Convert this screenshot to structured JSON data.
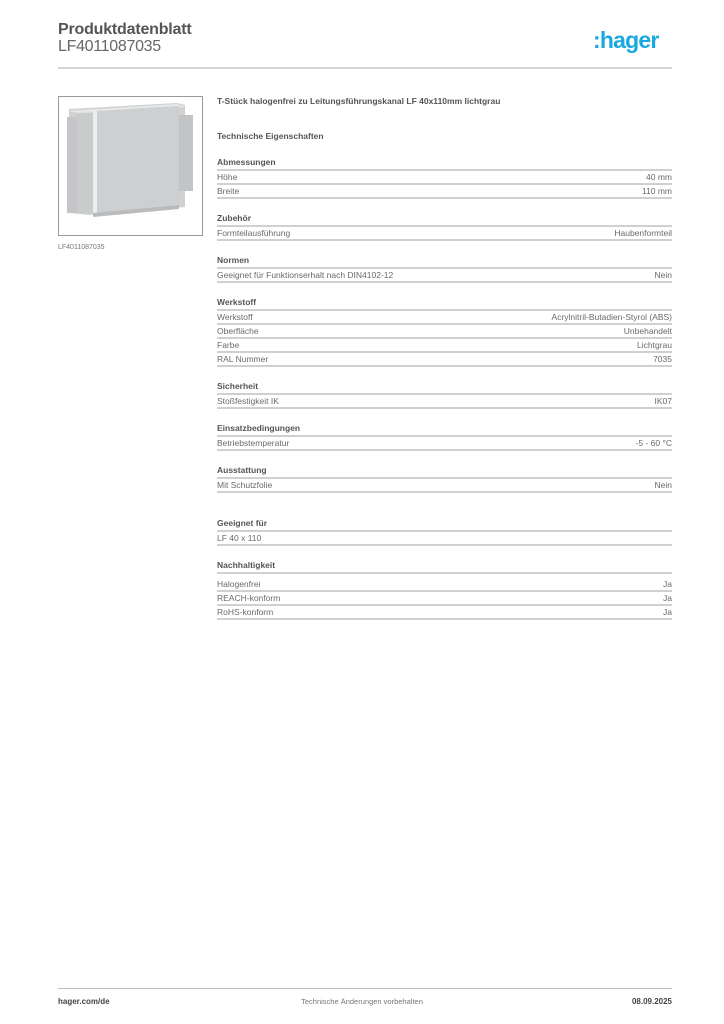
{
  "header": {
    "title": "Produktdatenblatt",
    "article_number": "LF4011087035",
    "logo": ":hager",
    "brand_color": "#19a8e0"
  },
  "product_image": {
    "caption": "LF4011087035"
  },
  "product": {
    "title": "T-Stück halogenfrei zu Leitungsführungskanal LF 40x110mm lichtgrau",
    "tech_heading": "Technische Eigenschaften"
  },
  "sections": [
    {
      "title": "Abmessungen",
      "rows": [
        {
          "label": "Höhe",
          "value": "40 mm"
        },
        {
          "label": "Breite",
          "value": "110 mm"
        }
      ]
    },
    {
      "title": "Zubehör",
      "rows": [
        {
          "label": "Formteilausführung",
          "value": "Haubenformteil"
        }
      ]
    },
    {
      "title": "Normen",
      "rows": [
        {
          "label": "Geeignet für Funktionserhalt nach DIN4102-12",
          "value": "Nein"
        }
      ]
    },
    {
      "title": "Werkstoff",
      "rows": [
        {
          "label": "Werkstoff",
          "value": "Acrylnitril-Butadien-Styrol (ABS)"
        },
        {
          "label": "Oberfläche",
          "value": "Unbehandelt"
        },
        {
          "label": "Farbe",
          "value": "Lichtgrau"
        },
        {
          "label": "RAL Nummer",
          "value": "7035"
        }
      ]
    },
    {
      "title": "Sicherheit",
      "rows": [
        {
          "label": "Stoßfestigkeit IK",
          "value": "IK07"
        }
      ]
    },
    {
      "title": "Einsatzbedingungen",
      "rows": [
        {
          "label": "Betriebstemperatur",
          "value": "-5 - 60 °C"
        }
      ]
    },
    {
      "title": "Ausstattung",
      "rows": [
        {
          "label": "Mit Schutzfolie",
          "value": "Nein"
        }
      ]
    },
    {
      "title": "Geeignet für",
      "rows": [
        {
          "label": "LF 40 x 110",
          "value": ""
        }
      ]
    },
    {
      "title": "Nachhaltigkeit",
      "rows": [
        {
          "label": "Halogenfrei",
          "value": "Ja"
        },
        {
          "label": "REACH-konform",
          "value": "Ja"
        },
        {
          "label": "RoHS-konform",
          "value": "Ja"
        }
      ]
    }
  ],
  "footer": {
    "website": "hager.com/de",
    "disclaimer": "Technische Änderungen vorbehalten",
    "date": "08.09.2025"
  }
}
